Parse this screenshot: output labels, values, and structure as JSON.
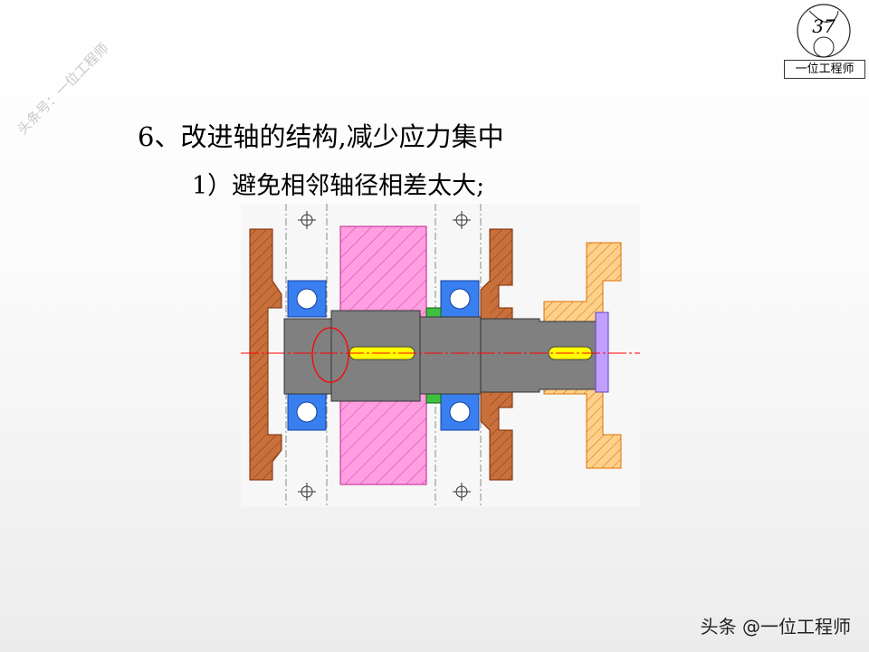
{
  "watermark": "头条号：一位工程师",
  "logo": {
    "text": "一位工程师",
    "badge": "37"
  },
  "heading": "6、改进轴的结构,减少应力集中",
  "subheading": "1）避免相邻轴径相差太大;",
  "footer": "头条 @一位工程师",
  "colors": {
    "cover": "#c8703c",
    "gear": "#ff9ee0",
    "bearing": "#3a7ff0",
    "shaft": "#808080",
    "key": "#ffff00",
    "coupling": "#ffa533",
    "centerline": "#ff0000"
  }
}
